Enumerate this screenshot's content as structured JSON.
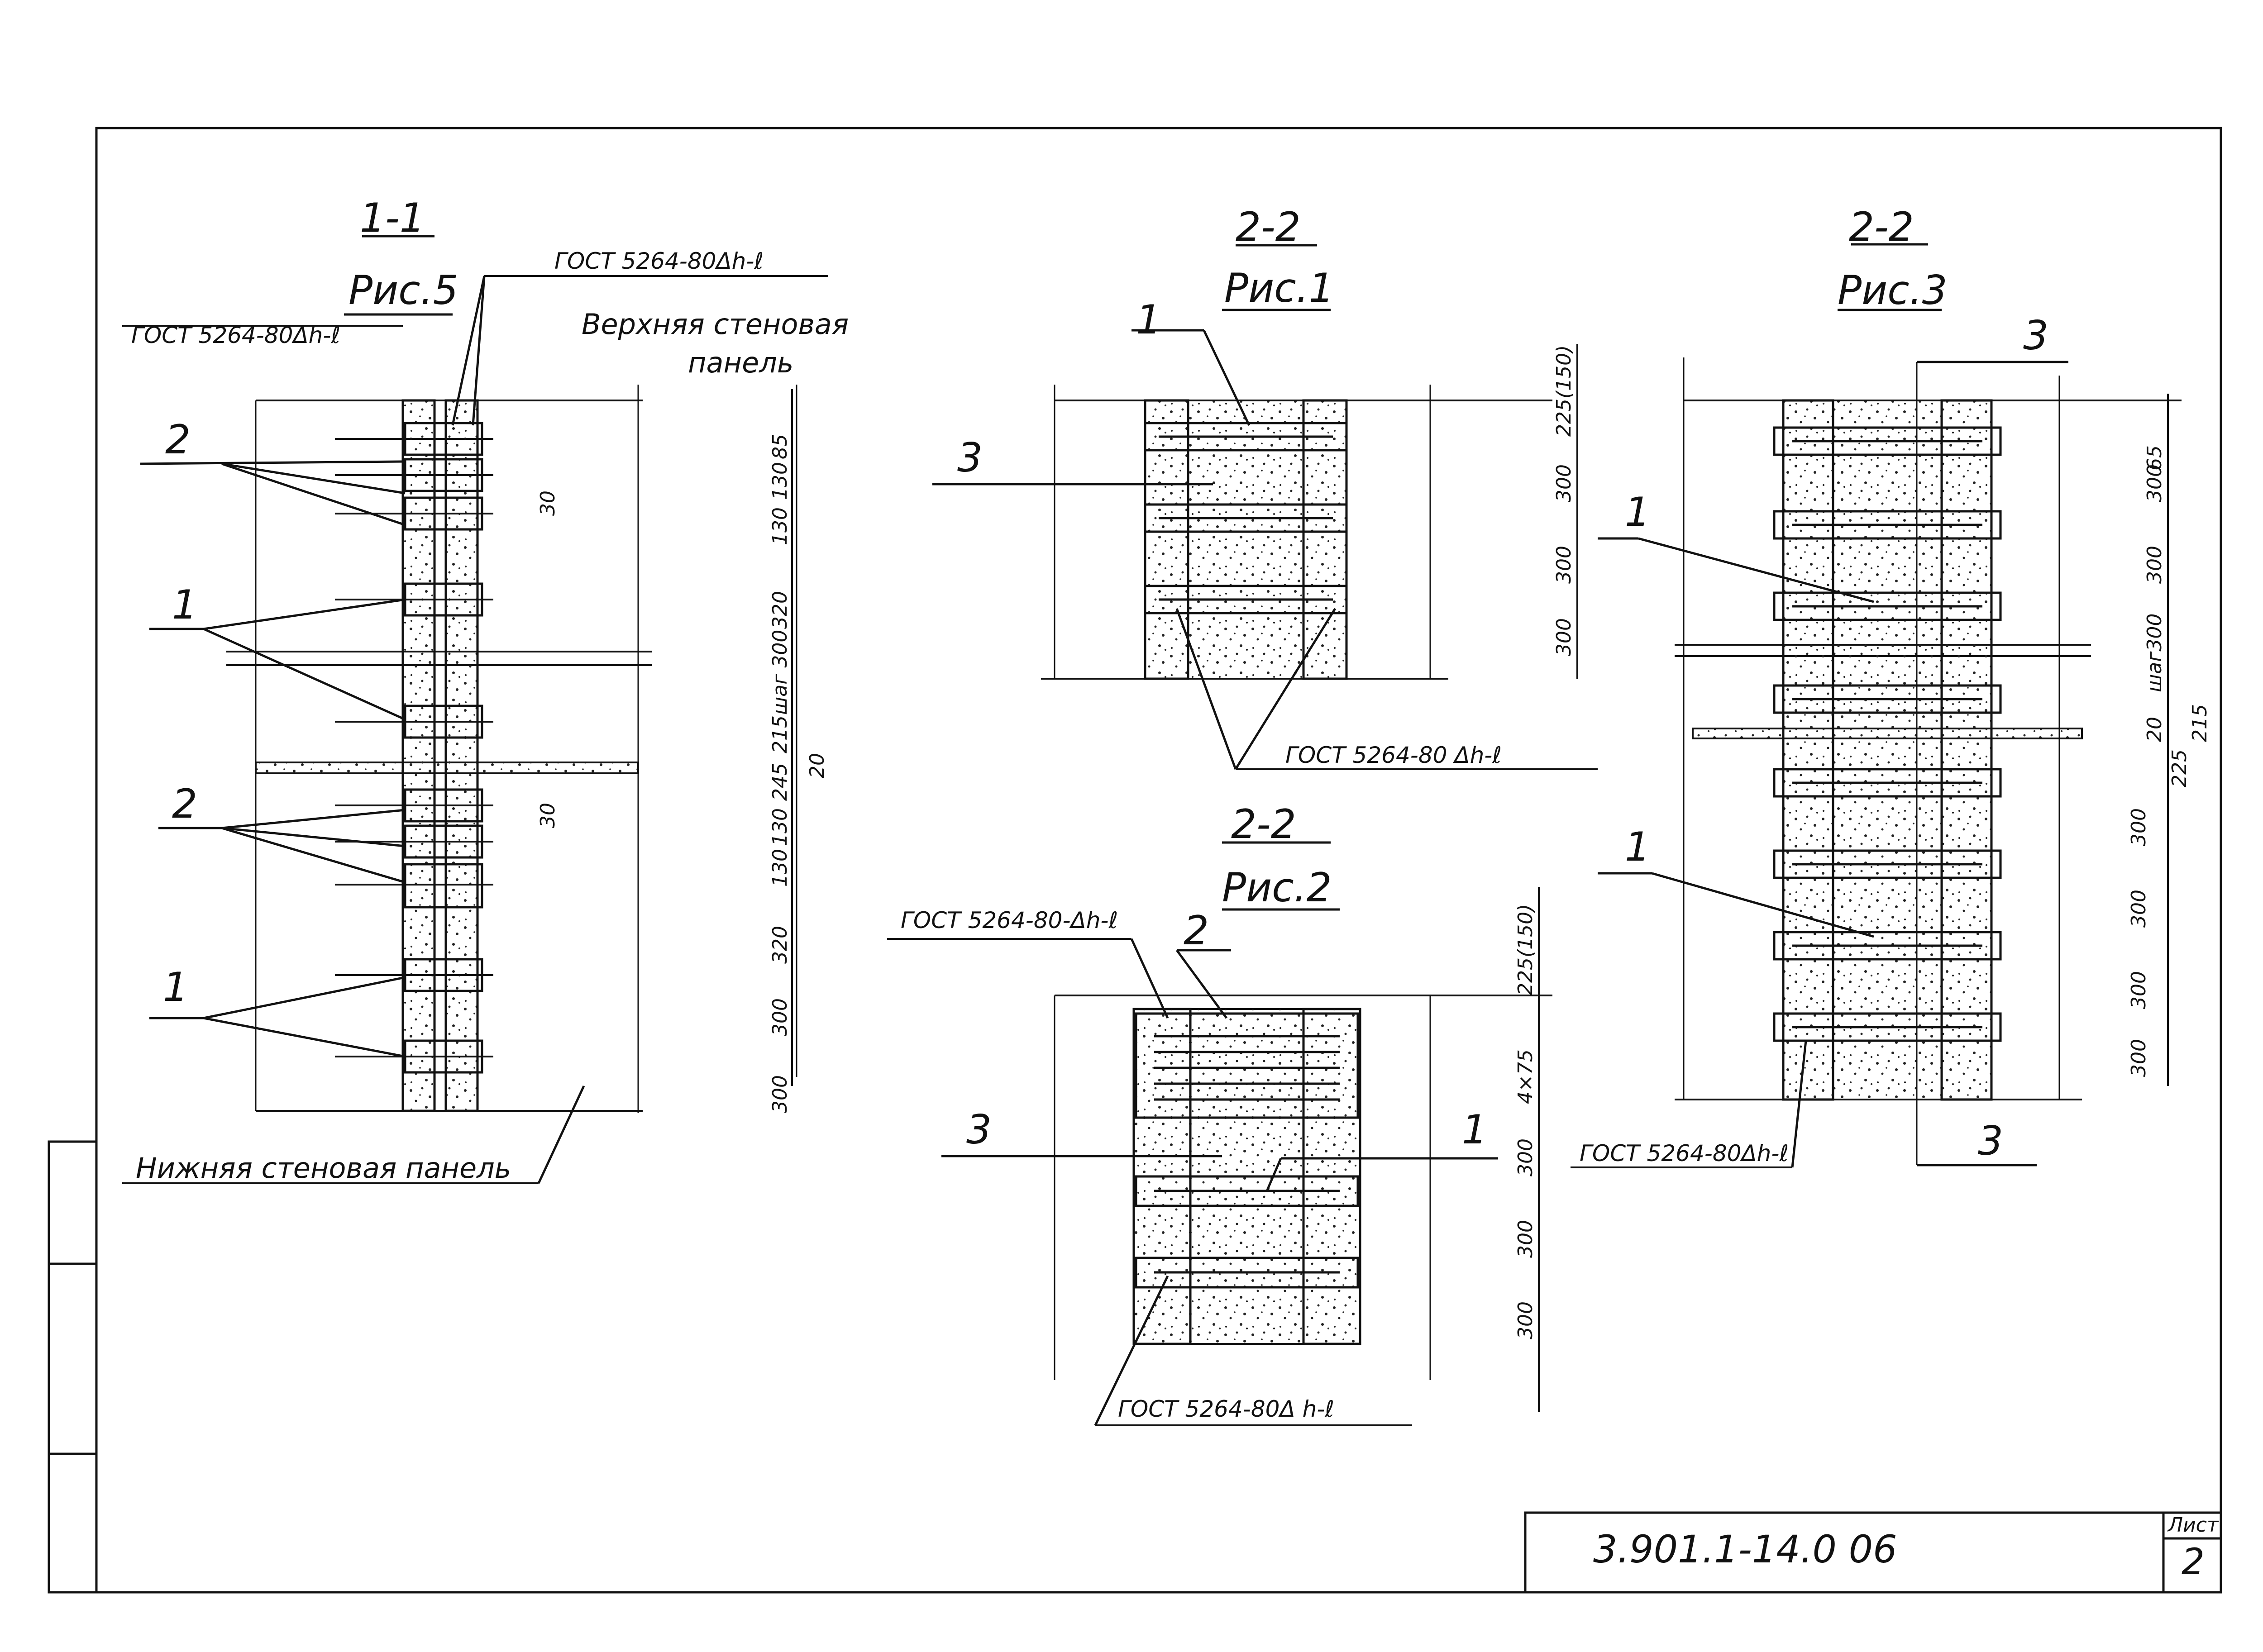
{
  "sections": [
    {
      "id": "s1",
      "title": "1-1",
      "subtitle": "Рис.5"
    },
    {
      "id": "s2",
      "title": "2-2",
      "subtitle": "Рис.1"
    },
    {
      "id": "s3",
      "title": "2-2",
      "subtitle": "Рис.2"
    },
    {
      "id": "s4",
      "title": "2-2",
      "subtitle": "Рис.3"
    }
  ],
  "labels": {
    "gost_a": "ГОСТ 5264-80Δh-ℓ",
    "gost_b": "ГОСТ 5264-80Δh-ℓ",
    "gost_c": "ГОСТ 5264-80 Δh-ℓ",
    "gost_d": "ГОСТ 5264-80-Δh-ℓ",
    "gost_e": "ГОСТ 5264-80Δ h-ℓ",
    "gost_f": "ГОСТ 5264-80Δh-ℓ",
    "upper_panel_1": "Верхняя стеновая",
    "upper_panel_2": "панель",
    "lower_panel": "Нижняя стеновая панель"
  },
  "callouts": [
    "1",
    "2",
    "3"
  ],
  "dims_s1": [
    "85",
    "130",
    "130",
    "320",
    "шаг 300",
    "215",
    "20",
    "245",
    "130",
    "130",
    "320",
    "300",
    "300"
  ],
  "dims_s2": [
    "225(150)",
    "300",
    "300",
    "300"
  ],
  "dims_s3": [
    "225(150)",
    "4×75",
    "300",
    "300",
    "300"
  ],
  "dims_s4": [
    "65",
    "300",
    "300",
    "шаг300",
    "215",
    "20",
    "225",
    "300",
    "300",
    "300",
    "300"
  ],
  "small_dim": "30",
  "stamp": {
    "code": "3.901.1-14.0  06",
    "sheet_label": "Лист",
    "sheet_number": "2"
  }
}
